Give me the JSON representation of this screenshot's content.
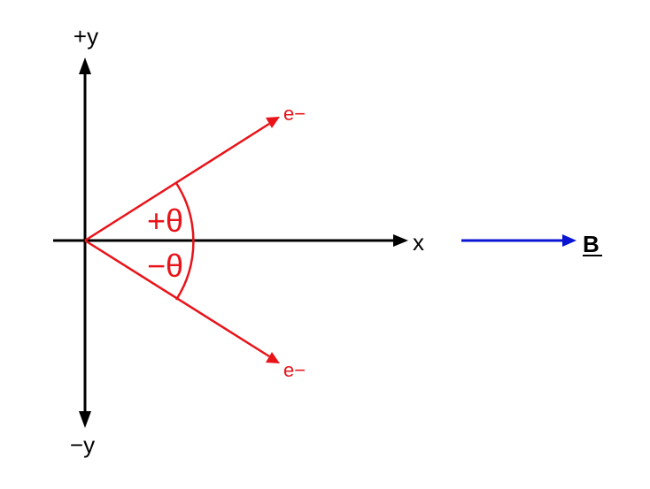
{
  "labels": {
    "y_positive": "+y",
    "y_negative": "−y",
    "x_axis": "x",
    "electron_upper": "e−",
    "electron_lower": "e−",
    "theta_positive": "+θ",
    "theta_negative": "−θ",
    "field": "B"
  },
  "colors": {
    "axes": "#000000",
    "electron_paths": "#e8141a",
    "field_arrow": "#0a14d2",
    "field_label": "#000000"
  }
}
